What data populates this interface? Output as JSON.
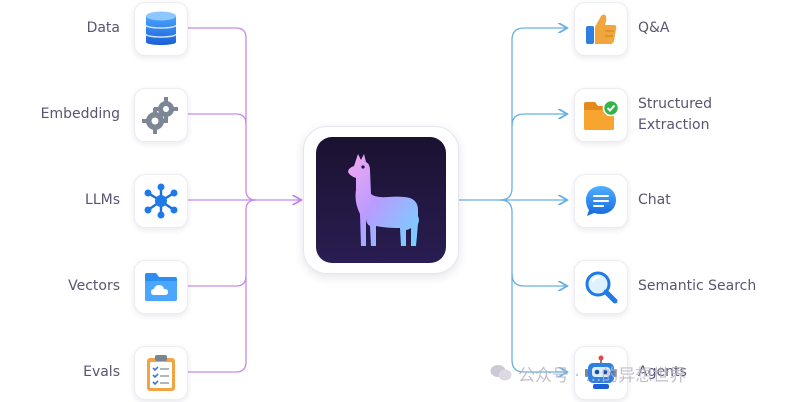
{
  "inputs": [
    {
      "label": "Data",
      "icon": "database-icon"
    },
    {
      "label": "Embedding",
      "icon": "gears-icon"
    },
    {
      "label": "LLMs",
      "icon": "network-icon"
    },
    {
      "label": "Vectors",
      "icon": "cloud-folder-icon"
    },
    {
      "label": "Evals",
      "icon": "clipboard-checklist-icon"
    }
  ],
  "hub": {
    "icon": "llama-icon"
  },
  "outputs": [
    {
      "label": "Q&A",
      "icon": "thumbs-up-icon"
    },
    {
      "label_line1": "Structured",
      "label_line2": "Extraction",
      "icon": "folder-check-icon"
    },
    {
      "label": "Chat",
      "icon": "chat-bubble-icon"
    },
    {
      "label": "Semantic Search",
      "icon": "magnifier-icon"
    },
    {
      "label": "Agents",
      "icon": "robot-icon"
    }
  ],
  "watermark": {
    "text": "公众号 · ...的异想世界",
    "icon": "wechat-icon"
  },
  "colors": {
    "left_line": "#c58ae8",
    "right_line": "#6ab0e0",
    "label": "#5a5470",
    "hub_bg": "#1f1640"
  }
}
